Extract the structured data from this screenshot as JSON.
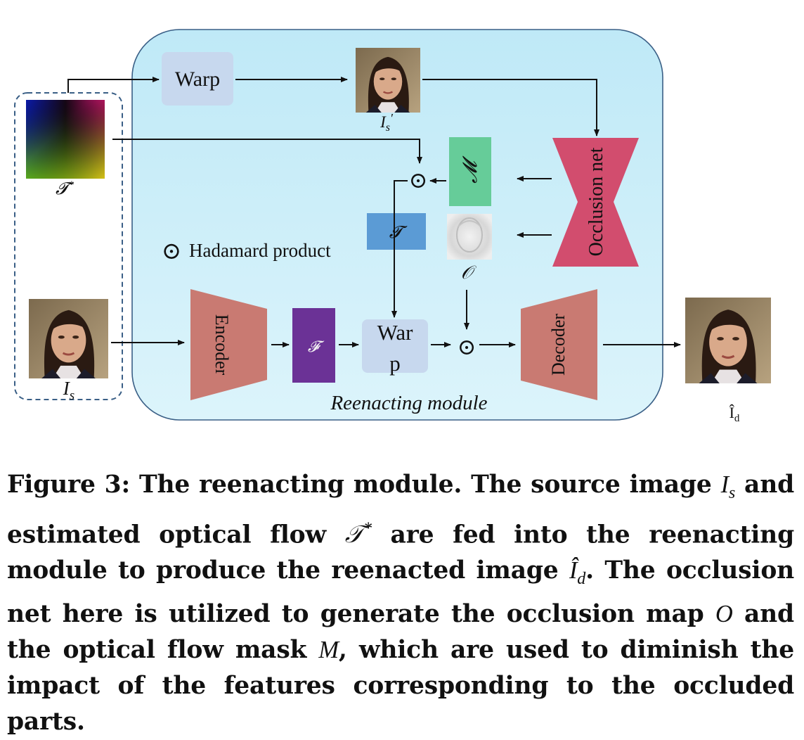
{
  "diagram": {
    "module_label": "Reenacting module",
    "warp_top_label": "Warp",
    "warp_main_label_1": "War",
    "warp_main_label_2": "p",
    "encoder_label": "Encoder",
    "decoder_label": "Decoder",
    "occlusion_net_label": "Occlusion net",
    "feature_label": "𝓕",
    "flow_label": "𝓣",
    "mask_label": "𝓜",
    "occlusion_map_label": "𝒪",
    "hadamard_symbol": "⊙",
    "hadamard_legend": "Hadamard product",
    "flow_input_label": "𝓣",
    "flow_input_sup": "*",
    "source_label": "I",
    "source_sub": "s",
    "warped_label": "I",
    "warped_sub": "s",
    "warped_prime": "′",
    "output_label": "Î",
    "output_sub": "d",
    "colors": {
      "module_fill": "#c6ecf8",
      "module_stroke": "#3a5f86",
      "encoder": "#c97a72",
      "decoder": "#c97a72",
      "occlusion_net": "#d24d6e",
      "feature": "#6b3296",
      "flow": "#5b9bd5",
      "mask": "#66cc99",
      "warp_box": "#c7d8ee"
    }
  },
  "caption": {
    "prefix": "Figure 3: The reenacting module. The source image ",
    "is_var": "I",
    "is_sub": "s",
    "part2": " and estimated optical flow ",
    "t_var": "𝒯",
    "t_sup": "*",
    "part3": " are fed into the reenacting module to produce the reenacted image ",
    "id_var": "Î",
    "id_sub": "d",
    "part4": ". The occlusion net here is utilized to generate the occlusion map ",
    "o_var": "O",
    "part5": " and the optical flow mask ",
    "m_var": "M",
    "part6": ", which are used to diminish the impact of the features corresponding to the occluded parts."
  }
}
